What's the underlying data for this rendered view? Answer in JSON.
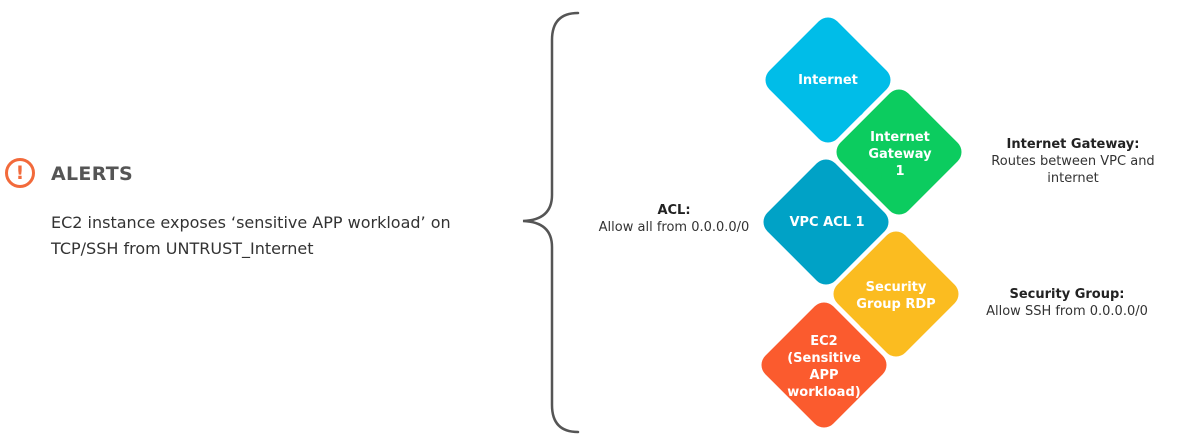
{
  "alert": {
    "icon": "exclamation-circle-icon",
    "icon_glyph": "!",
    "title": "ALERTS",
    "description_lines": [
      "EC2 instance exposes ‘sensitive APP workload’ on",
      "TCP/SSH from UNTRUST_Internet"
    ]
  },
  "pieces": {
    "internet": {
      "label": "Internet",
      "color": "#00bde8"
    },
    "gateway": {
      "label": "Internet Gateway 1",
      "color": "#0ccc5f"
    },
    "acl": {
      "label": "VPC ACL 1",
      "color": "#00a2c6"
    },
    "security_group": {
      "label": "Security Group RDP",
      "color": "#fbbc20"
    },
    "ec2": {
      "label": "EC2 (Sensitive APP workload)",
      "color": "#fb5b2e"
    }
  },
  "annotations": {
    "gateway": {
      "title": "Internet Gateway:",
      "lines": [
        "Routes between VPC and",
        "internet"
      ]
    },
    "acl": {
      "title": "ACL:",
      "lines": [
        "Allow all from 0.0.0.0/0"
      ]
    },
    "security_group": {
      "title": "Security Group:",
      "lines": [
        "Allow SSH from 0.0.0.0/0"
      ]
    }
  },
  "colors": {
    "alert_accent": "#f26a3b",
    "brace": "#555555"
  }
}
